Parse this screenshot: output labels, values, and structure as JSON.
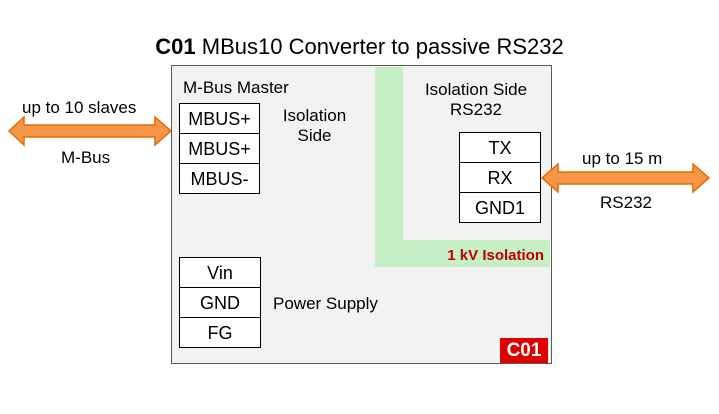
{
  "title": {
    "code": "C01",
    "text": "MBus10 Converter to passive RS232"
  },
  "left_side": {
    "top_label": "up to 10 slaves",
    "bottom_label": "M-Bus"
  },
  "right_side": {
    "top_label": "up to 15 m",
    "bottom_label": "RS232"
  },
  "mbus_section": {
    "heading": "M-Bus Master",
    "side_label_line1": "Isolation",
    "side_label_line2": "Side",
    "terminals": [
      "MBUS+",
      "MBUS+",
      "MBUS-"
    ]
  },
  "rs232_section": {
    "heading_line1": "Isolation Side",
    "heading_line2": "RS232",
    "terminals": [
      "TX",
      "RX",
      "GND1"
    ]
  },
  "power_section": {
    "label": "Power Supply",
    "terminals": [
      "Vin",
      "GND",
      "FG"
    ]
  },
  "isolation_label": "1 kV Isolation",
  "badge": "C01",
  "colors": {
    "arrow_fill": "#f79646",
    "arrow_stroke": "#e36c09",
    "isolation_band": "#c6efc3",
    "isolation_text": "#c00000",
    "badge": "#e00000",
    "module_fill": "#f2f2f2"
  }
}
